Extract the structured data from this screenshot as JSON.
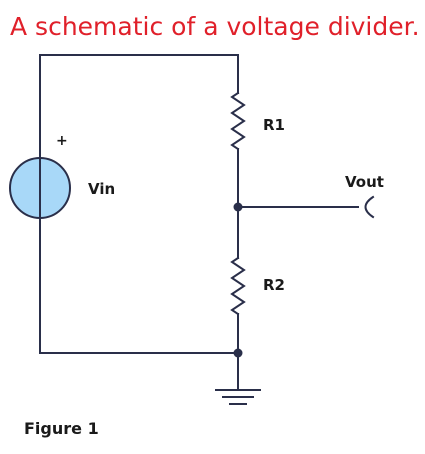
{
  "title": "A schematic of a voltage divider.",
  "caption": "Figure 1",
  "labels": {
    "source": "Vin",
    "source_polarity": "+",
    "resistor_top": "R1",
    "resistor_bottom": "R2",
    "output": "Vout"
  },
  "colors": {
    "title": "#e0202a",
    "wire": "#2a2f4a",
    "source_fill": "#a8d8f8",
    "source_stroke": "#2a2f4a",
    "text": "#1a1a1a"
  }
}
